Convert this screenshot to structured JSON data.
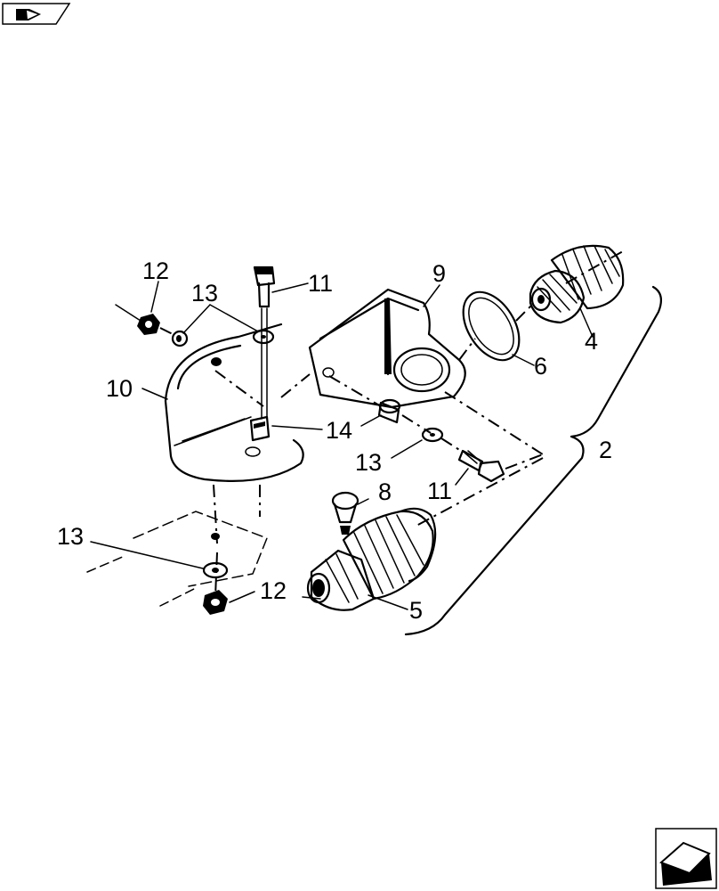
{
  "callouts": {
    "c12_top": "12",
    "c13_top": "13",
    "c11_top": "11",
    "c9": "9",
    "c10": "10",
    "c14": "14",
    "c13_mid": "13",
    "c4": "4",
    "c6": "6",
    "c2": "2",
    "c8": "8",
    "c11_bot": "11",
    "c13_low": "13",
    "c12_low": "12",
    "c5": "5"
  },
  "icons": {
    "top_nav": "previous-page-icon",
    "bottom_nav": "next-page-icon"
  }
}
